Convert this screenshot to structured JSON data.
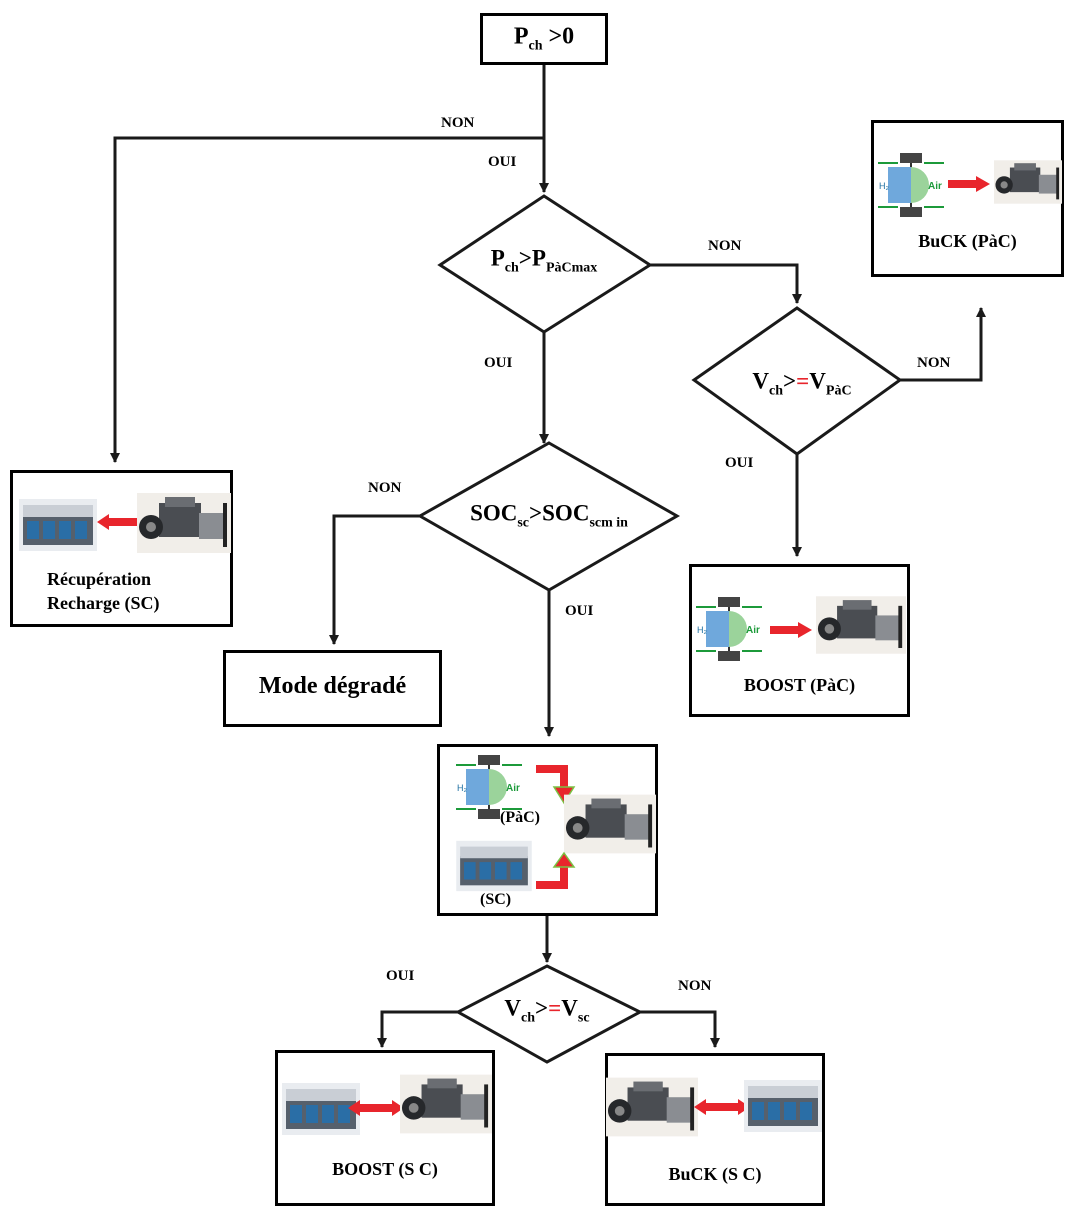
{
  "start": {
    "main": "P",
    "sub": "ch",
    "tail": " >0"
  },
  "decision1": {
    "main": "P",
    "sub": "ch",
    "op": ">P",
    "sub2": "PàCmax"
  },
  "decision2": {
    "main": "V",
    "sub": "ch",
    "op1": ">",
    "op2": "=",
    "rhs": "V",
    "sub2": "PàC"
  },
  "decision3": {
    "main": "SOC",
    "sub": "sc",
    "op": ">SOC",
    "sub2": "scm in"
  },
  "decision4": {
    "main": "V",
    "sub": "ch",
    "op1": ">",
    "op2": "=",
    "rhs": "V",
    "sub2": "sc"
  },
  "labels": {
    "non_top": "NON",
    "oui_top": "OUI",
    "non_d1": "NON",
    "oui_d1": "OUI",
    "non_d2": "NON",
    "oui_d2": "OUI",
    "non_d3": "NON",
    "oui_d3": "OUI",
    "oui_d4": "OUI",
    "non_d4": "NON"
  },
  "boxes": {
    "recuperation": [
      "Récupération",
      "Recharge (SC)"
    ],
    "buck_pac": "BuCK  (PàC)",
    "boost_pac": "BOOST (PàC)",
    "degrade": "Mode dégradé",
    "combo_pac": "(PàC)",
    "combo_sc": "(SC)",
    "boost_sc": "BOOST (S  C)",
    "buck_sc": "BuCK (S  C)"
  },
  "fuel_cell_icon": {
    "h2": "H₂",
    "air": "Air"
  },
  "colors": {
    "arrow": "#e8252c",
    "cell_blue": "#6fa8dc",
    "cell_green": "#9bd39b",
    "line": "#1a1a1a"
  }
}
